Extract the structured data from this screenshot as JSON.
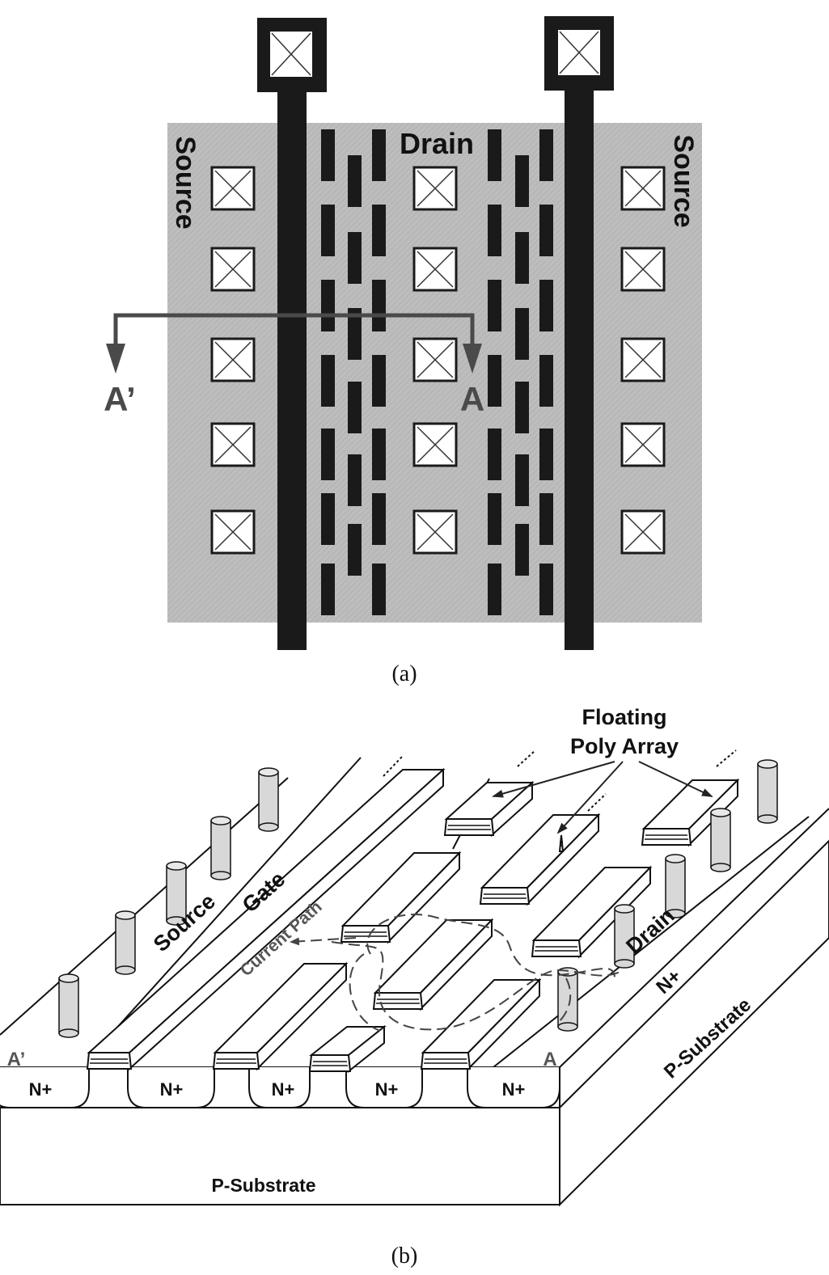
{
  "panel_a": {
    "caption": "(a)",
    "drain_label": "Drain",
    "source_left_label": "Source",
    "source_right_label": "Source",
    "section_end_left": "A’",
    "section_end_right": "A"
  },
  "panel_b": {
    "caption": "(b)",
    "floating_poly_line1": "Floating",
    "floating_poly_line2": "Poly Array",
    "source_label": "Source",
    "gate_label": "Gate",
    "current_path_label": "Current Path",
    "drain_label": "Drain",
    "n_plus_side_label": "N+",
    "p_substrate_side_label": "P-Substrate",
    "p_substrate_front_label": "P-Substrate",
    "edge_left_label": "A’",
    "edge_right_label": "A",
    "n_plus_regions": [
      "N+",
      "N+",
      "N+",
      "N+",
      "N+"
    ]
  },
  "colors": {
    "die_fill": "#b8b8b8",
    "metal": "#1a1a1a",
    "arrow": "#4a4a4a",
    "contact_fill": "#ffffff",
    "via_fill": "#d8d8d8"
  }
}
